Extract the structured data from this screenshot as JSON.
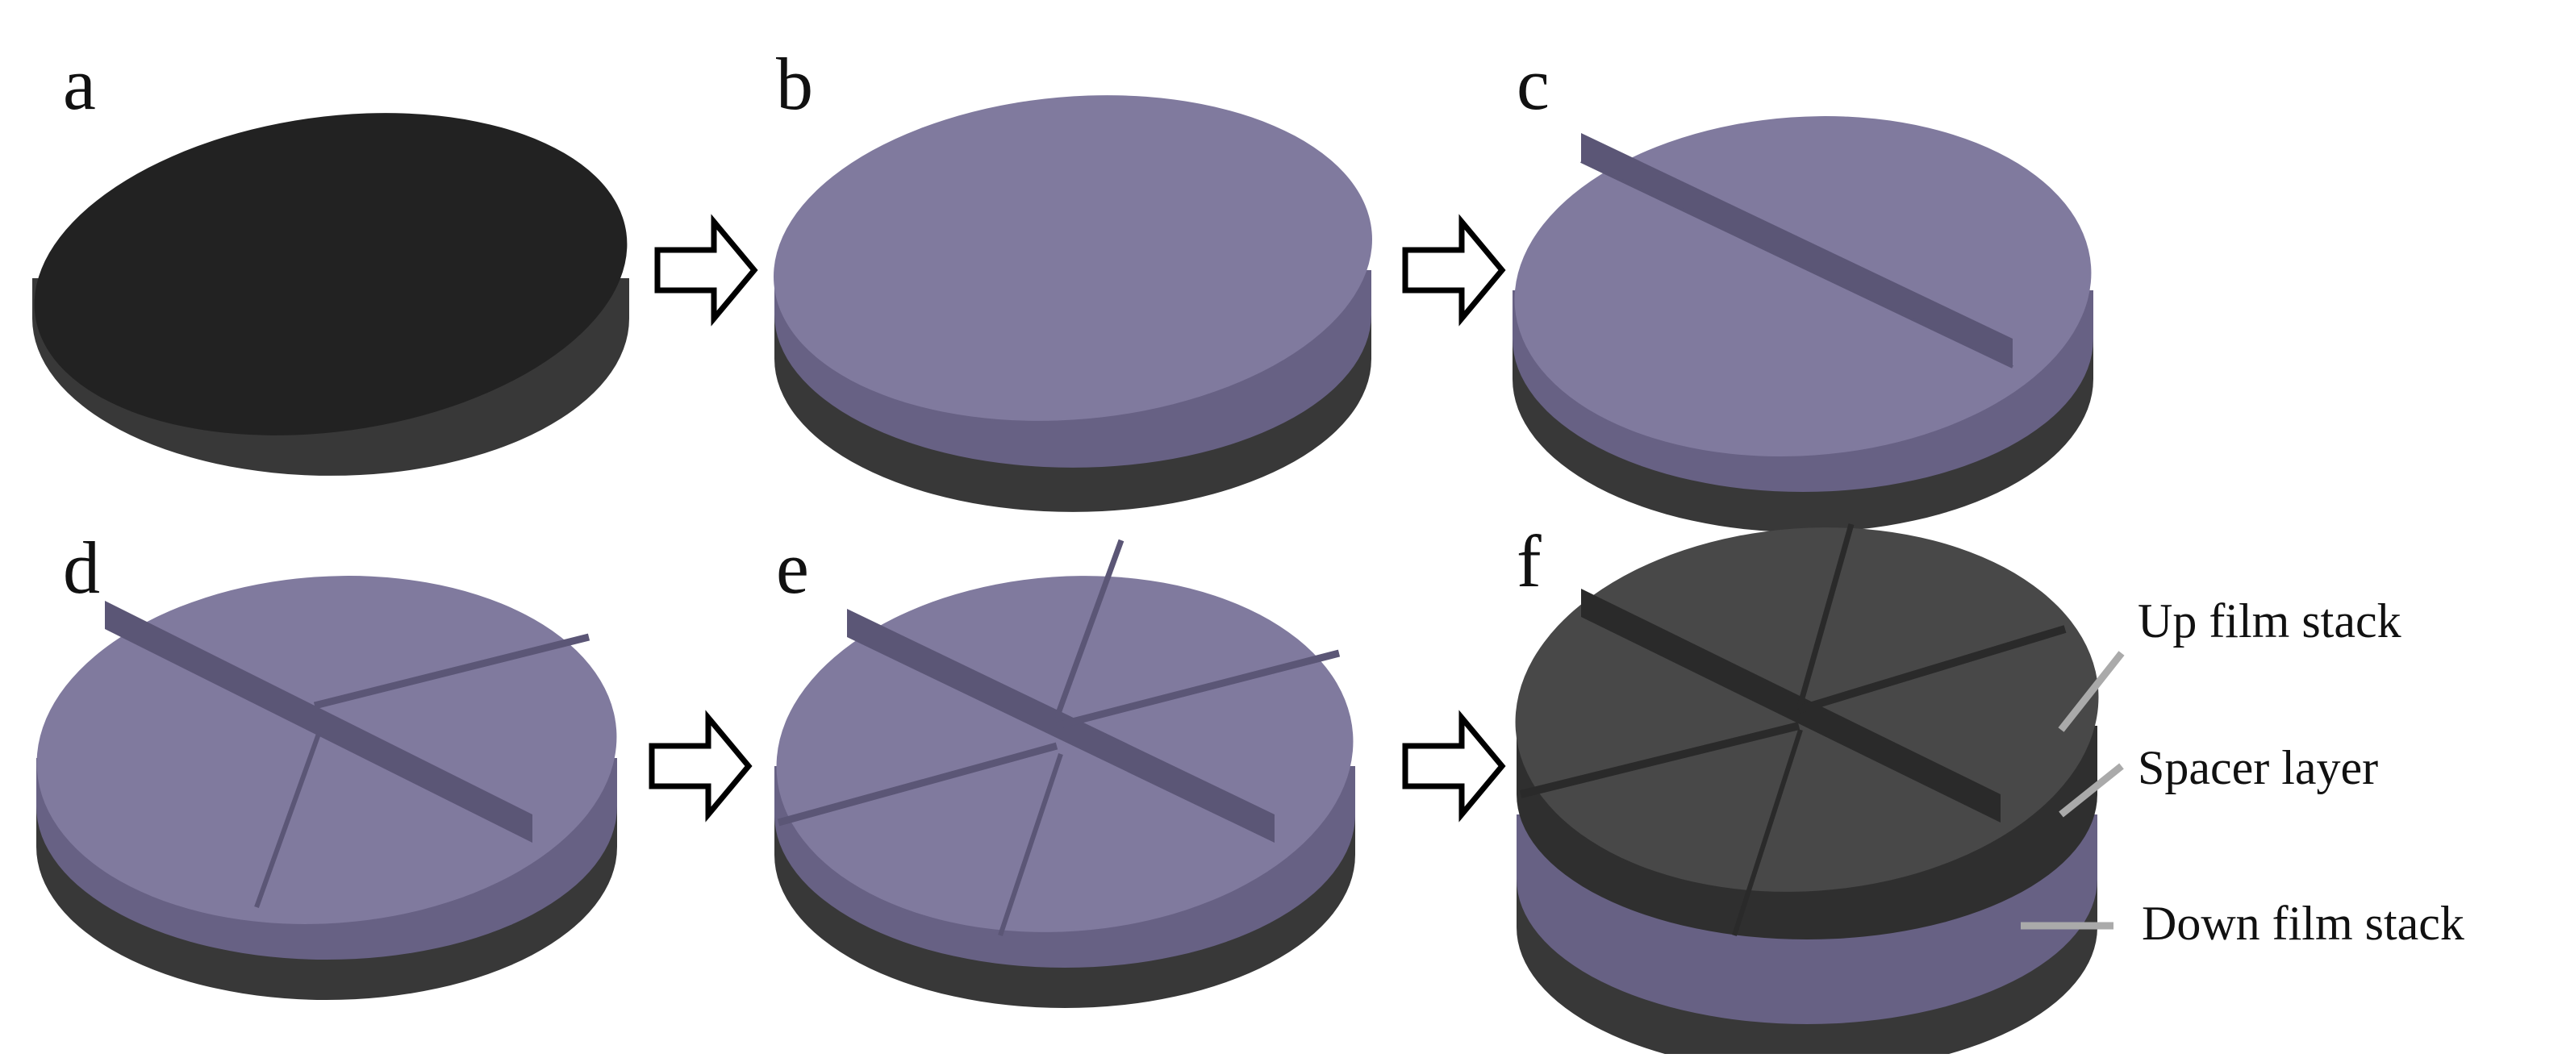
{
  "panels": [
    {
      "letter": "a"
    },
    {
      "letter": "b"
    },
    {
      "letter": "c"
    },
    {
      "letter": "d"
    },
    {
      "letter": "e"
    },
    {
      "letter": "f"
    }
  ],
  "labels": {
    "up_film_stack": "Up film stack",
    "spacer_layer": "Spacer layer",
    "down_film_stack": "Down film stack"
  },
  "colors": {
    "background": "#ffffff",
    "black_top": "#222222",
    "black_side": "#383838",
    "film_top": "#807a9e",
    "film_side": "#676184",
    "film_groove": "#5b5676",
    "film_seam": "#6e6890",
    "dark_top": "#484848",
    "dark_side": "#2f2f2f",
    "dark_groove": "#2a2a2a",
    "leader_line": "#aaaaaa",
    "arrow_outline": "#000000"
  },
  "icons": {
    "step_arrow": "hollow-right-arrow"
  }
}
